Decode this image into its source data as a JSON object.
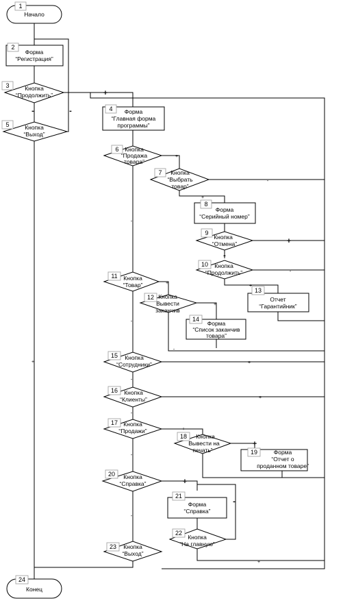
{
  "nodes": {
    "n1": {
      "num": "1",
      "lines": [
        "Начало"
      ]
    },
    "n2": {
      "num": "2",
      "lines": [
        "Форма",
        "“Регистрация”"
      ]
    },
    "n3": {
      "num": "3",
      "lines": [
        "Кнопка",
        "“Продолжить”"
      ]
    },
    "n4": {
      "num": "4",
      "lines": [
        "Форма",
        "“Главная форма",
        "программы”"
      ]
    },
    "n5": {
      "num": "5",
      "lines": [
        "Кнопка",
        "“Выход”"
      ]
    },
    "n6": {
      "num": "6",
      "lines": [
        "Кнопка",
        "“Продажа",
        "товара”"
      ]
    },
    "n7": {
      "num": "7",
      "lines": [
        "Кнопка",
        "“Выбрать",
        "товар”"
      ]
    },
    "n8": {
      "num": "8",
      "lines": [
        "Форма",
        "“Серийный номер”"
      ]
    },
    "n9": {
      "num": "9",
      "lines": [
        "Кнопка",
        "“Отмена”"
      ]
    },
    "n10": {
      "num": "10",
      "lines": [
        "Кнопка",
        "“Продолжить”"
      ]
    },
    "n11": {
      "num": "11",
      "lines": [
        "Кнопка",
        "“Товар”"
      ]
    },
    "n12": {
      "num": "12",
      "lines": [
        "Кнопка",
        "Вывести",
        "заканчив"
      ]
    },
    "n13": {
      "num": "13",
      "lines": [
        "Отчет",
        "“Гарантийник”"
      ]
    },
    "n14": {
      "num": "14",
      "lines": [
        "Форма",
        "“Список заканчив",
        "товара”"
      ]
    },
    "n15": {
      "num": "15",
      "lines": [
        "Кнопка",
        "“Сотрудники”"
      ]
    },
    "n16": {
      "num": "16",
      "lines": [
        "Кнопка",
        "“Клиенты”"
      ]
    },
    "n17": {
      "num": "17",
      "lines": [
        "Кнопка",
        "“Продажи”"
      ]
    },
    "n18": {
      "num": "18",
      "lines": [
        "Кнопка",
        "Вывести на",
        "печать”"
      ]
    },
    "n19": {
      "num": "19",
      "lines": [
        "Форма",
        "“Отчет о",
        "проданном товаре”"
      ]
    },
    "n20": {
      "num": "20",
      "lines": [
        "Кнопка",
        "“Справка”"
      ]
    },
    "n21": {
      "num": "21",
      "lines": [
        "Форма",
        "“Справка”"
      ]
    },
    "n22": {
      "num": "22",
      "lines": [
        "Кнопка",
        "“На главную”"
      ]
    },
    "n23": {
      "num": "23",
      "lines": [
        "Кнопка",
        "“Выход”"
      ]
    },
    "n24": {
      "num": "24",
      "lines": [
        "Конец"
      ]
    }
  },
  "markers": {
    "plus": "+",
    "minus": "-"
  }
}
